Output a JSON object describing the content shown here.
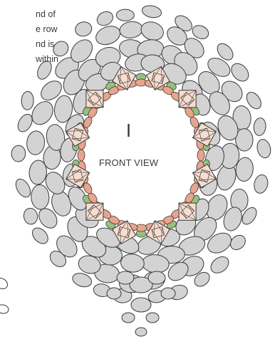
{
  "instruction_fragments": [
    "nd of",
    "e row",
    "nd is",
    "within"
  ],
  "figure": {
    "numeral": "I",
    "view_label": "FRONT VIEW"
  },
  "colors": {
    "outer_bead": "#d3d3d3",
    "accent_bead": "#e8a48c",
    "seed_bead": "#96c07c",
    "bicone": "#f6ddd0",
    "outline": "#3a3a3a",
    "text": "#3a3a3a"
  },
  "bead_counts": {
    "bicone_crystals": 12
  }
}
